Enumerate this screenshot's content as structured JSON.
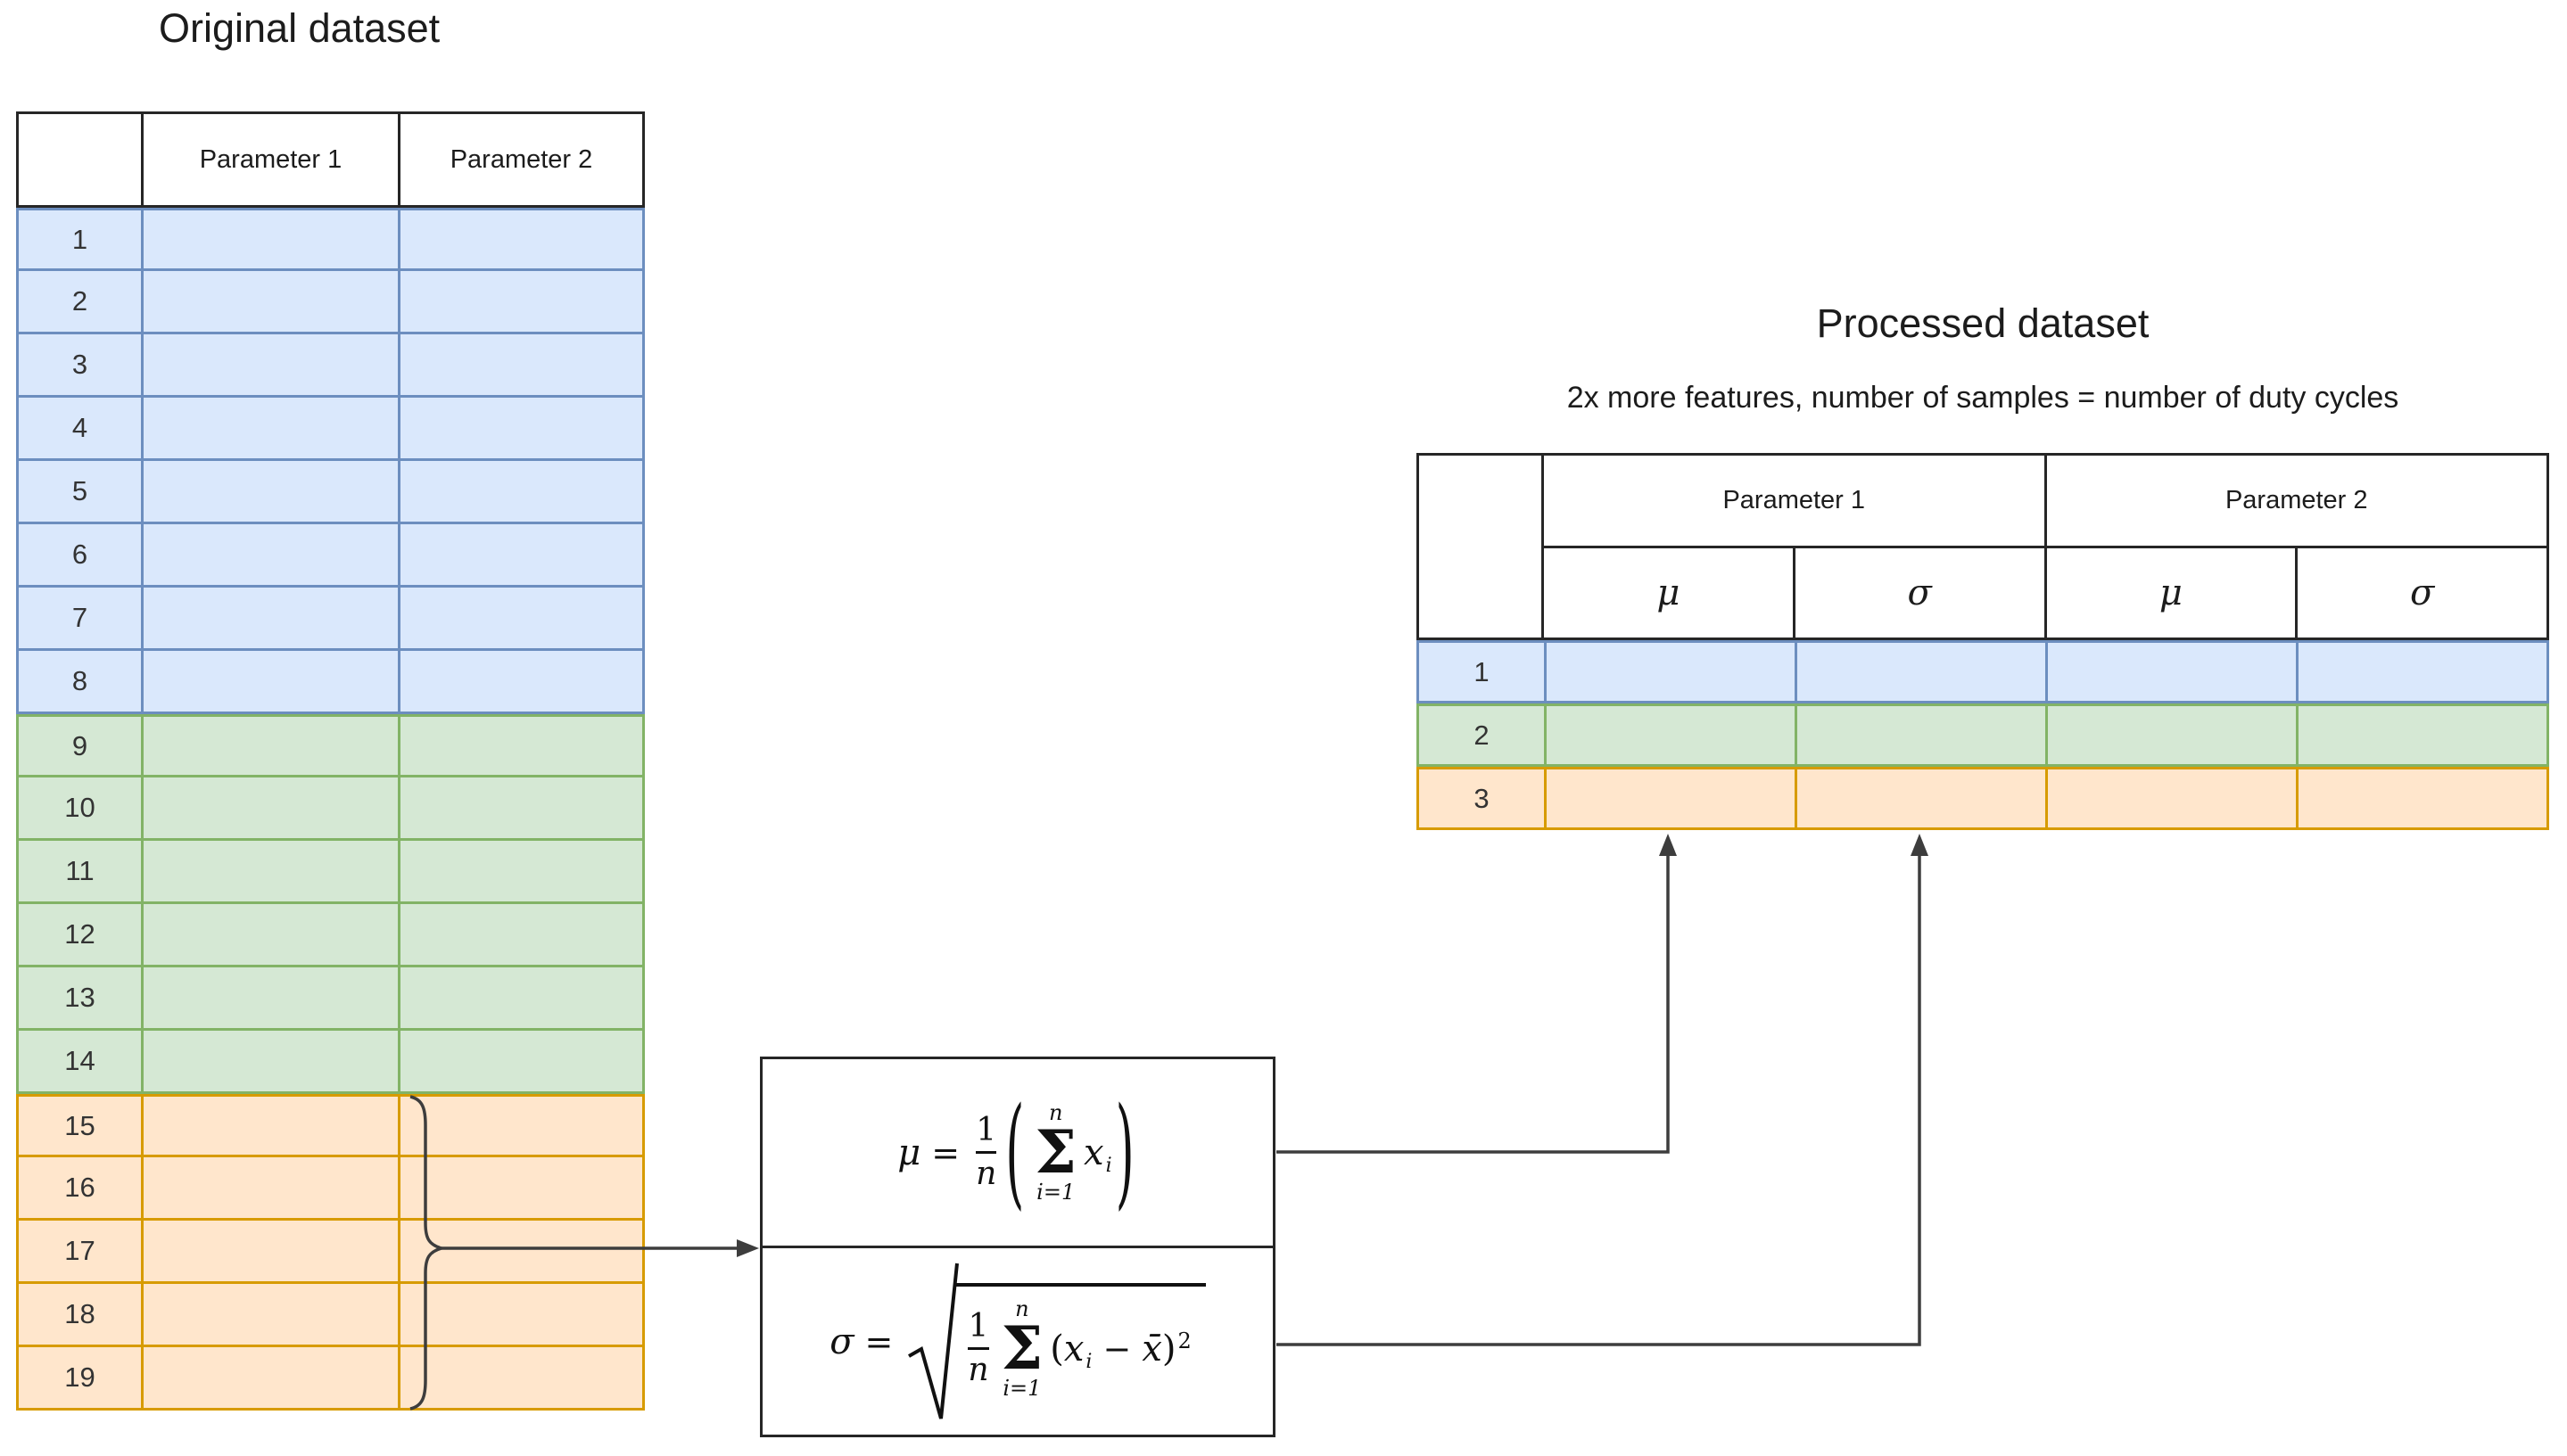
{
  "colors": {
    "blue_fill": "#dae8fc",
    "blue_border": "#6c8ebf",
    "green_fill": "#d5e8d4",
    "green_border": "#82b366",
    "orange_fill": "#ffe6cc",
    "orange_border": "#d79b00",
    "line": "#3d3d3d"
  },
  "original": {
    "title": "Original dataset",
    "headers": {
      "param1": "Parameter 1",
      "param2": "Parameter 2"
    },
    "row_labels": [
      "1",
      "2",
      "3",
      "4",
      "5",
      "6",
      "7",
      "8",
      "9",
      "10",
      "11",
      "12",
      "13",
      "14",
      "15",
      "16",
      "17",
      "18",
      "19"
    ],
    "groups": {
      "blue_rows": "1-8",
      "green_rows": "9-14",
      "orange_rows": "15-19"
    }
  },
  "formulas": {
    "mu": {
      "lhs": "μ",
      "equals": "=",
      "num": "1",
      "den": "n",
      "paren_open": "(",
      "paren_close": ")",
      "sum_upper": "n",
      "sum": "Σ",
      "sum_lower": "i=1",
      "term_base": "x",
      "term_sub": "i"
    },
    "sigma": {
      "lhs": "σ",
      "equals": "=",
      "num": "1",
      "den": "n",
      "sum_upper": "n",
      "sum": "Σ",
      "sum_lower": "i=1",
      "open": "(",
      "term_base": "x",
      "term_sub": "i",
      "minus": "−",
      "mean": "x̄",
      "close": ")",
      "sup": "2"
    }
  },
  "processed": {
    "title": "Processed dataset",
    "subtitle": "2x more features, number of samples = number of duty cycles",
    "headers": {
      "param1": "Parameter 1",
      "param2": "Parameter 2",
      "mu": "μ",
      "sigma": "σ"
    },
    "row_labels": [
      "1",
      "2",
      "3"
    ]
  }
}
